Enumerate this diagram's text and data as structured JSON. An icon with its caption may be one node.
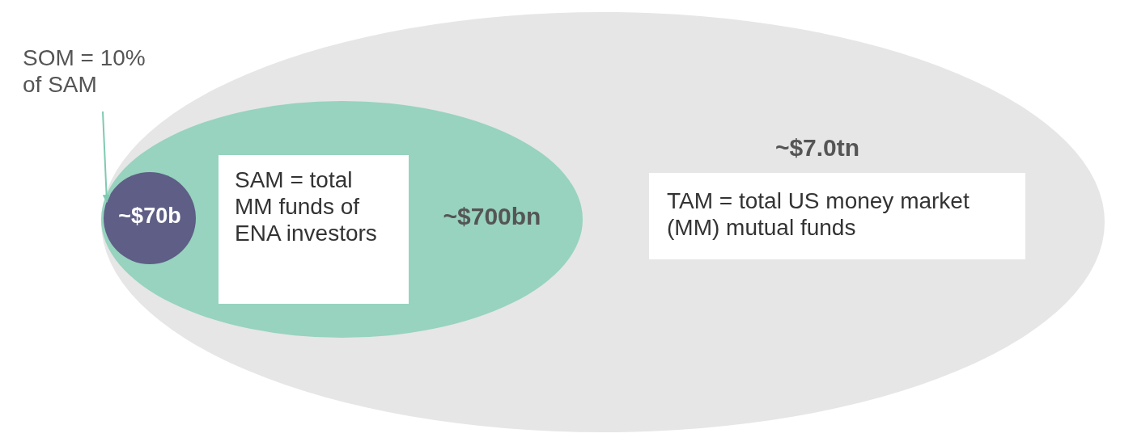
{
  "diagram": {
    "nodes": [
      {
        "text": [
          "~$7.0tn"
        ]
      },
      {
        "text": [
          "TAM = total US money market (MM) mutual funds"
        ],
        "in": 0
      },
      {
        "text": [
          "~$700bn"
        ],
        "in": 0
      },
      {
        "text": [
          "SAM = total MM funds of ENA investors"
        ],
        "in": 2
      },
      {
        "text": [
          "~$70b"
        ],
        "in": 2
      },
      {
        "text": [
          "SOM = 10% of SAM"
        ]
      }
    ],
    "edges": [
      {
        "from": 5,
        "to": 4,
        "arrow": "to"
      }
    ]
  }
}
